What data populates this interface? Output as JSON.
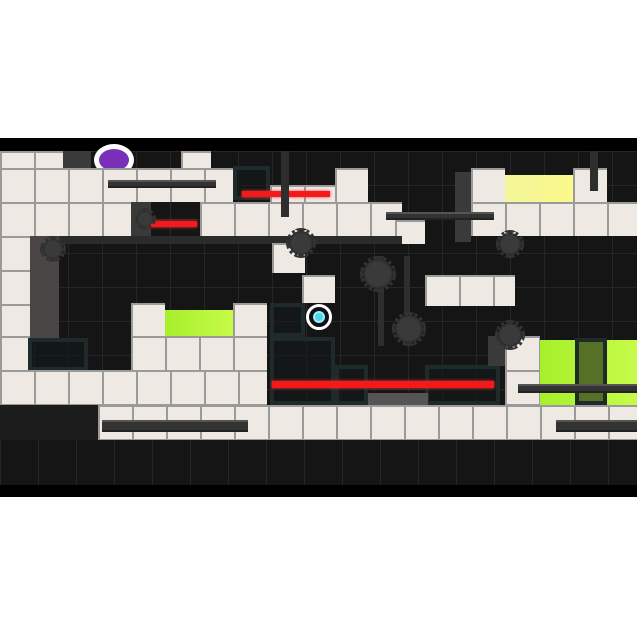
{
  "scene": "platformer-level",
  "colors": {
    "tile": "#efe9e4",
    "background": "#151515",
    "laser": "#f21a1a",
    "acid": "#b5f53a",
    "goal": "#f6f79a",
    "player_core": "#4fd6e8",
    "portal": "#7a2fb8"
  },
  "icons": [
    "player-orb-icon",
    "saw-blade-icon",
    "portal-icon",
    "laser-beam",
    "rail-platform"
  ]
}
